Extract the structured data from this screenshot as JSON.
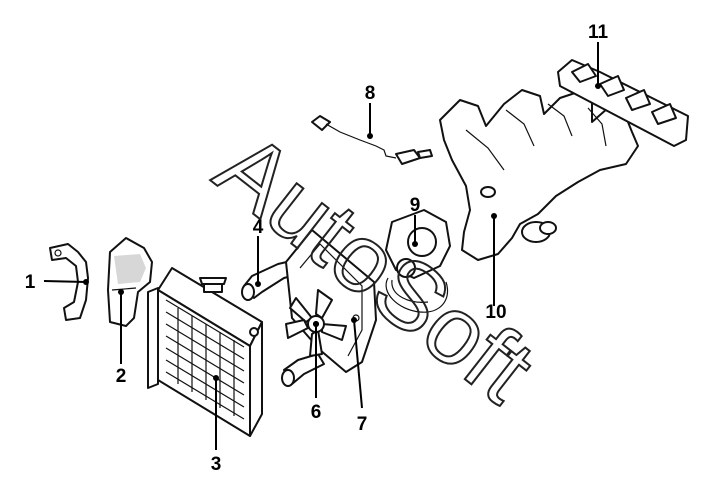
{
  "watermark": "AutoSoft",
  "callouts": [
    "1",
    "2",
    "3",
    "4",
    "6",
    "7",
    "8",
    "9",
    "10",
    "11"
  ]
}
